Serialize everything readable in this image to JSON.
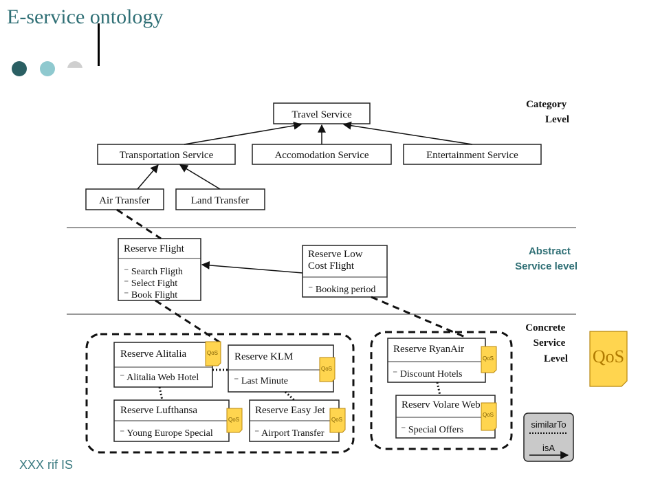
{
  "title": "E-service ontology",
  "footer": "XXX rif IS",
  "levels": {
    "category": [
      "Category",
      "Level"
    ],
    "abstract": [
      "Abstract",
      "Service level"
    ],
    "concrete": [
      "Concrete",
      "Service",
      "Level"
    ]
  },
  "category_nodes": {
    "travel": "Travel Service",
    "transportation": "Transportation Service",
    "accomodation": "Accomodation Service",
    "entertainment": "Entertainment Service",
    "air": "Air Transfer",
    "land": "Land Transfer"
  },
  "abstract_nodes": {
    "reserve_flight": {
      "name": "Reserve Flight",
      "items": [
        "Search Fligth",
        "Select Fight",
        "Book Flight"
      ]
    },
    "reserve_low_cost": {
      "name": [
        "Reserve Low",
        "Cost Flight"
      ],
      "items": [
        "Booking period"
      ]
    }
  },
  "concrete_nodes": {
    "alitalia": {
      "name": "Reserve Alitalia",
      "item": "Alitalia Web Hotel"
    },
    "klm": {
      "name": "Reserve KLM",
      "item": "Last Minute"
    },
    "lufthansa": {
      "name": "Reserve Lufthansa",
      "item": "Young Europe Special"
    },
    "easyjet": {
      "name": "Reserve Easy Jet",
      "item": "Airport Transfer"
    },
    "ryanair": {
      "name": "Reserve RyanAir",
      "item": "Discount Hotels"
    },
    "volare": {
      "name": "Reserv Volare Web",
      "item": "Special Offers"
    }
  },
  "qos_tag": "QoS",
  "qos_legend": "QoS",
  "legend": {
    "similar": "similarTo",
    "isa": "isA"
  },
  "colors": {
    "title": "#2f6f75",
    "qos": "#ffd54f"
  }
}
